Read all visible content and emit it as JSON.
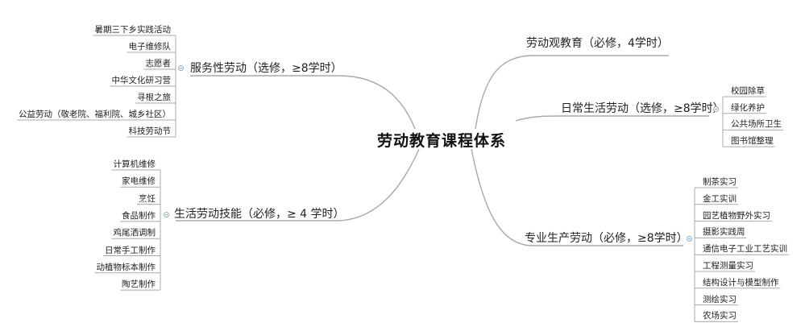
{
  "central": "劳动教育课程体系",
  "branches": {
    "service": {
      "label": "服务性劳动（选修，≥8学时）",
      "items": [
        "暑期三下乡实践活动",
        "电子维修队",
        "志愿者",
        "中华文化研习营",
        "寻根之旅",
        "公益劳动（敬老院、福利院、城乡社区）",
        "科技劳动节"
      ]
    },
    "life_skills": {
      "label": "生活劳动技能（必修，≥ 4 学时）",
      "items": [
        "计算机维修",
        "家电维修",
        "烹饪",
        "食品制作",
        "鸡尾洒调制",
        "日常手工制作",
        "动植物标本制作",
        "陶艺制作"
      ]
    },
    "concept": {
      "label": "劳动观教育（必修，4学时）"
    },
    "daily": {
      "label": "日常生活劳动（选修，≥8学时）",
      "items": [
        "校园除草",
        "绿化养护",
        "公共场所卫生",
        "图书馆整理"
      ]
    },
    "professional": {
      "label": "专业生产劳动（必修，≥8学时）",
      "items": [
        "制茶实习",
        "金工实训",
        "园艺植物野外实习",
        "摄影实践周",
        "通信电子工业工艺实训",
        "工程测量实习",
        "结构设计与模型制作",
        "测绘实习",
        "农场实习"
      ]
    }
  },
  "colors": {
    "line": "#a9a9a9",
    "toggle": "#8ea9c7"
  }
}
